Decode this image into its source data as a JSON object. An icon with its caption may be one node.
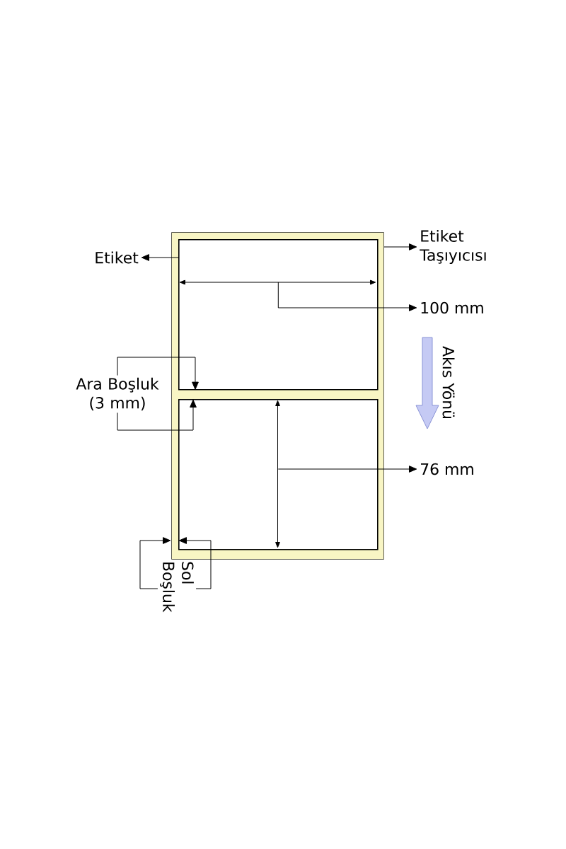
{
  "diagram": {
    "nodes": [
      {
        "text": [],
        "shape": "box"
      },
      {
        "text": [],
        "shape": "box",
        "in": 0
      },
      {
        "text": [],
        "shape": "box",
        "in": 0
      },
      {
        "text": [
          "Etiket"
        ]
      },
      {
        "text": [
          "Etiket Taşıyıcısı"
        ]
      },
      {
        "text": [
          "100 mm"
        ]
      },
      {
        "text": [
          "Ara Boşluk (3 mm)"
        ]
      },
      {
        "text": [
          "76 mm"
        ]
      },
      {
        "text": [
          "Sol Boşluk"
        ]
      }
    ],
    "edges": [
      {
        "from": 1,
        "to": 3,
        "arrow": "to"
      },
      {
        "from": 0,
        "to": 4,
        "arrow": "to"
      },
      {
        "from": 1,
        "to": 5,
        "arrow": "to"
      },
      {
        "from": 6,
        "to": 1,
        "arrow": "to"
      },
      {
        "from": 6,
        "to": 2,
        "arrow": "to"
      },
      {
        "from": 2,
        "to": 7,
        "arrow": "to"
      },
      {
        "from": 8,
        "to": 0,
        "arrow": "to"
      },
      {
        "from": 8,
        "to": 2,
        "arrow": "to"
      }
    ],
    "labels": [
      "Akıs Yönü"
    ]
  }
}
